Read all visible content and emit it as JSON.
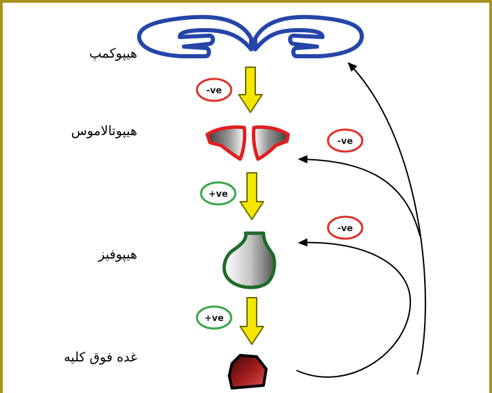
{
  "labels": {
    "hippocampus": "هیپوکمپ",
    "hypothalamus": "هیپوتالاموس",
    "pituitary": "هیپوفیز",
    "adrenal": "غده فوق کلیه"
  },
  "badges": {
    "neg_hippo_hypo": "-ve",
    "pos_hypo_pit": "+ve",
    "pos_pit_adrenal": "+ve",
    "neg_feedback_hypo": "-ve",
    "neg_feedback_pit": "-ve"
  },
  "colors": {
    "frame": "#a8941e",
    "hippocampus": "#2546a8",
    "hypothalamus": "#e01f1f",
    "pituitary": "#1f6b2a",
    "adrenal": "#7a1010",
    "arrow": "#f4e600",
    "negative_badge": "#d9342b",
    "positive_badge": "#3aa64a"
  },
  "icons": {
    "down_arrow": "down-arrow-icon",
    "feedback_arrow": "curved-arrow-icon"
  }
}
